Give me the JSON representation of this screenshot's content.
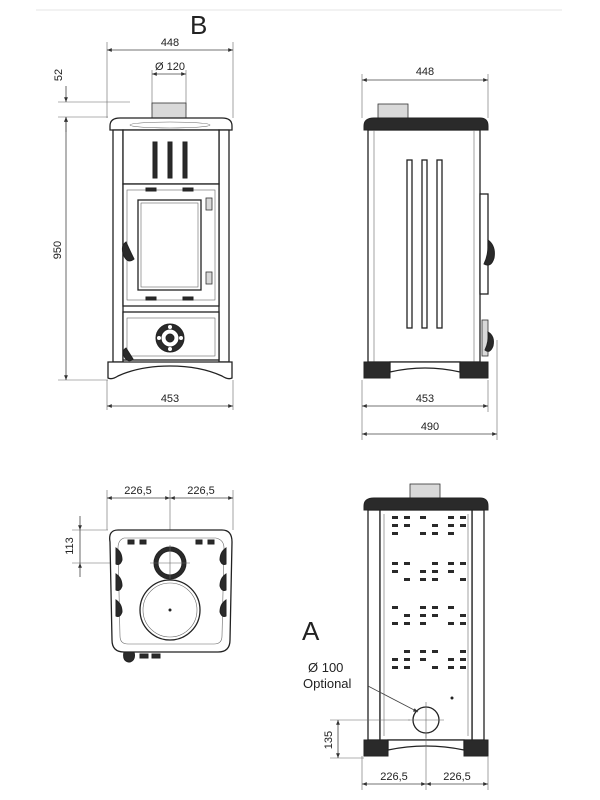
{
  "labels": {
    "view_b": "B",
    "view_a": "A",
    "optional_diameter": "Ø 100",
    "optional_word": "Optional"
  },
  "dimensions": {
    "front_top_width": "448",
    "front_flue_diameter": "Ø 120",
    "front_flue_height": "52",
    "front_height": "950",
    "front_base_width": "453",
    "side_top_width": "448",
    "side_base_width": "453",
    "side_total_depth": "490",
    "top_left_half": "226,5",
    "top_right_half": "226,5",
    "top_flue_offset": "113",
    "back_inlet_height": "135",
    "back_left_half": "226,5",
    "back_right_half": "226,5"
  },
  "colors": {
    "line": "#222222",
    "dimension": "#444444",
    "fill_dark": "#2a2a2a"
  }
}
